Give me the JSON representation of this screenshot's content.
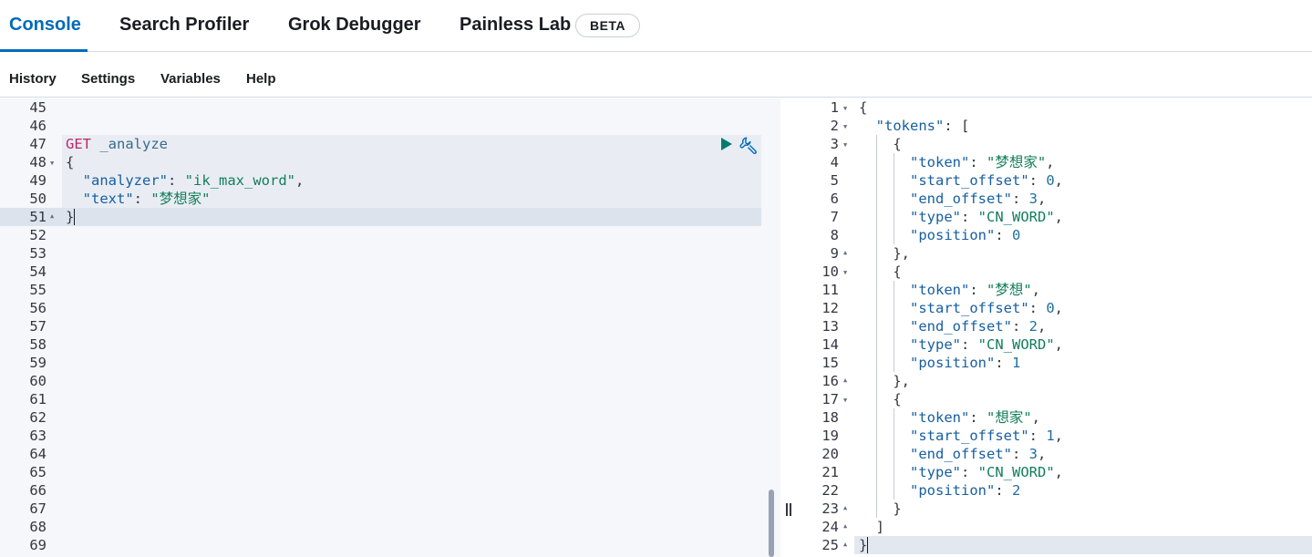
{
  "tabs": [
    {
      "label": "Console",
      "active": true
    },
    {
      "label": "Search Profiler",
      "active": false
    },
    {
      "label": "Grok Debugger",
      "active": false
    },
    {
      "label": "Painless Lab",
      "active": false
    }
  ],
  "beta_badge": "BETA",
  "menu": [
    "History",
    "Settings",
    "Variables",
    "Help"
  ],
  "colors": {
    "accent": "#006bb8",
    "run_button": "#017d73",
    "method": "#bd2768",
    "string": "#127d5a",
    "key": "#175fa1"
  },
  "icons": {
    "run": "play-icon",
    "actions": "wrench-icon",
    "resize": "vertical-resize-icon"
  },
  "request_editor": {
    "line_numbers": [
      "45",
      "46",
      "47",
      "48",
      "49",
      "50",
      "51",
      "52",
      "53",
      "54",
      "55",
      "56",
      "57",
      "58",
      "59",
      "60",
      "61",
      "62",
      "63",
      "64",
      "65",
      "66",
      "67",
      "68",
      "69"
    ],
    "request": {
      "method": "GET",
      "url": "_analyze",
      "open_brace": "{",
      "analyzer_key": "\"analyzer\"",
      "analyzer_value": "\"ik_max_word\"",
      "text_key": "\"text\"",
      "text_value": "\"梦想家\"",
      "close_brace": "}"
    }
  },
  "response_editor": {
    "line_numbers": [
      "1",
      "2",
      "3",
      "4",
      "5",
      "6",
      "7",
      "8",
      "9",
      "10",
      "11",
      "12",
      "13",
      "14",
      "15",
      "16",
      "17",
      "18",
      "19",
      "20",
      "21",
      "22",
      "23",
      "24",
      "25"
    ],
    "tokens_key": "\"tokens\"",
    "field_keys": {
      "token": "\"token\"",
      "start_offset": "\"start_offset\"",
      "end_offset": "\"end_offset\"",
      "type": "\"type\"",
      "position": "\"position\""
    },
    "tokens": [
      {
        "token": "\"梦想家\"",
        "start_offset": "0",
        "end_offset": "3",
        "type": "\"CN_WORD\"",
        "position": "0"
      },
      {
        "token": "\"梦想\"",
        "start_offset": "0",
        "end_offset": "2",
        "type": "\"CN_WORD\"",
        "position": "1"
      },
      {
        "token": "\"想家\"",
        "start_offset": "1",
        "end_offset": "3",
        "type": "\"CN_WORD\"",
        "position": "2"
      }
    ]
  }
}
